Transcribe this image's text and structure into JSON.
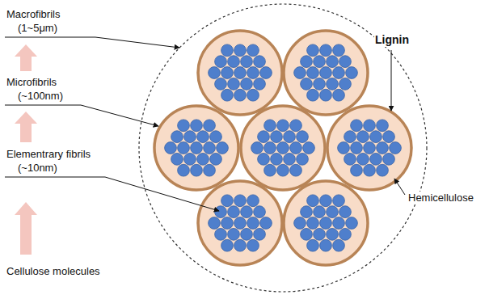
{
  "diagram": {
    "labels": [
      "Macrofibrils",
      "(1~5μm)",
      "Microfibrils",
      "(~100nm)",
      "Elementrary fibrils",
      "(~10nm)",
      "Cellulose molecules",
      "Lignin",
      "Hemicellulose"
    ]
  }
}
